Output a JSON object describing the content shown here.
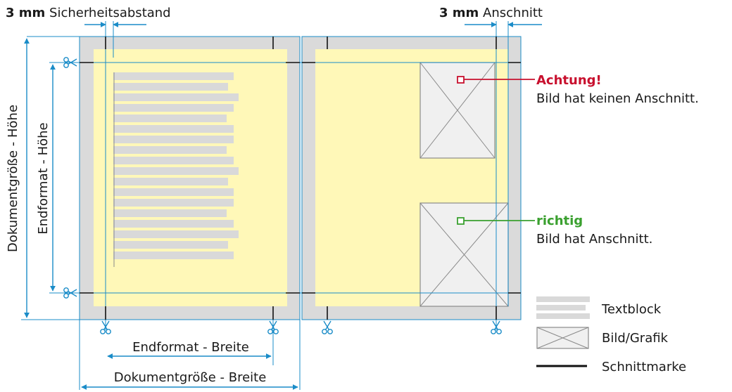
{
  "header": {
    "left": {
      "value": "3 mm",
      "text": "Sicherheitsabstand"
    },
    "right": {
      "value": "3 mm",
      "text": "Anschnitt"
    }
  },
  "dimensions": {
    "doc_height": "Dokumentgröße - Höhe",
    "end_height": "Endformat - Höhe",
    "end_width": "Endformat - Breite",
    "doc_width": "Dokumentgröße - Breite"
  },
  "callouts": {
    "warning": {
      "title": "Achtung!",
      "text": "Bild hat keinen Anschnitt.",
      "color": "#c8102e"
    },
    "ok": {
      "title": "richtig",
      "text": "Bild hat Anschnitt.",
      "color": "#3aa02f"
    }
  },
  "legend": {
    "textblock": "Textblock",
    "image": "Bild/Grafik",
    "cutmark": "Schnittmarke"
  },
  "colors": {
    "page_bleed": "#dadada",
    "safe_area": "#fff8b8",
    "guide": "#1a8cc8",
    "text_bar": "#d9d9d9",
    "image_fill": "#f0f0f0",
    "image_stroke": "#8a8a8a"
  },
  "icons": [
    "scissors-icon",
    "image-placeholder-icon"
  ]
}
